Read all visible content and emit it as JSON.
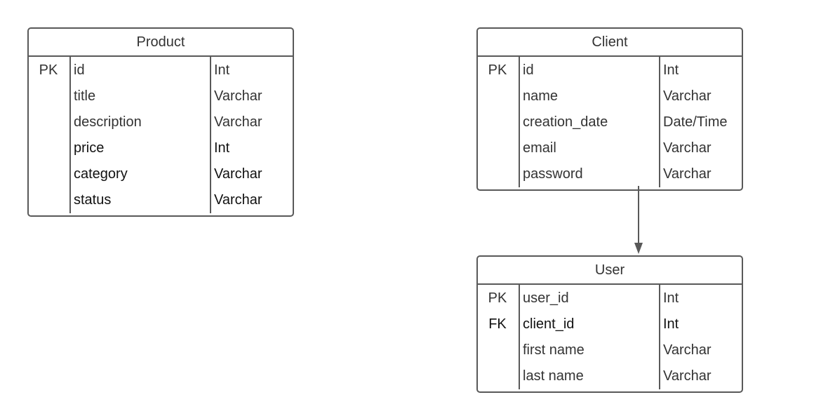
{
  "entities": {
    "product": {
      "title": "Product",
      "rows": [
        {
          "key": "PK",
          "name": "id",
          "type": "Int"
        },
        {
          "key": "",
          "name": "title",
          "type": "Varchar"
        },
        {
          "key": "",
          "name": "description",
          "type": "Varchar"
        },
        {
          "key": "",
          "name": "price",
          "type": "Int"
        },
        {
          "key": "",
          "name": "category",
          "type": "Varchar"
        },
        {
          "key": "",
          "name": "status",
          "type": "Varchar"
        }
      ]
    },
    "client": {
      "title": "Client",
      "rows": [
        {
          "key": "PK",
          "name": "id",
          "type": "Int"
        },
        {
          "key": "",
          "name": "name",
          "type": "Varchar"
        },
        {
          "key": "",
          "name": "creation_date",
          "type": "Date/Time"
        },
        {
          "key": "",
          "name": "email",
          "type": "Varchar"
        },
        {
          "key": "",
          "name": "password",
          "type": "Varchar"
        }
      ]
    },
    "user": {
      "title": "User",
      "rows": [
        {
          "key": "PK",
          "name": "user_id",
          "type": "Int"
        },
        {
          "key": "FK",
          "name": "client_id",
          "type": "Int"
        },
        {
          "key": "",
          "name": "first name",
          "type": "Varchar"
        },
        {
          "key": "",
          "name": "last name",
          "type": "Varchar"
        }
      ]
    }
  },
  "colors": {
    "border": "#595959",
    "text": "#333333",
    "background": "#ffffff"
  }
}
